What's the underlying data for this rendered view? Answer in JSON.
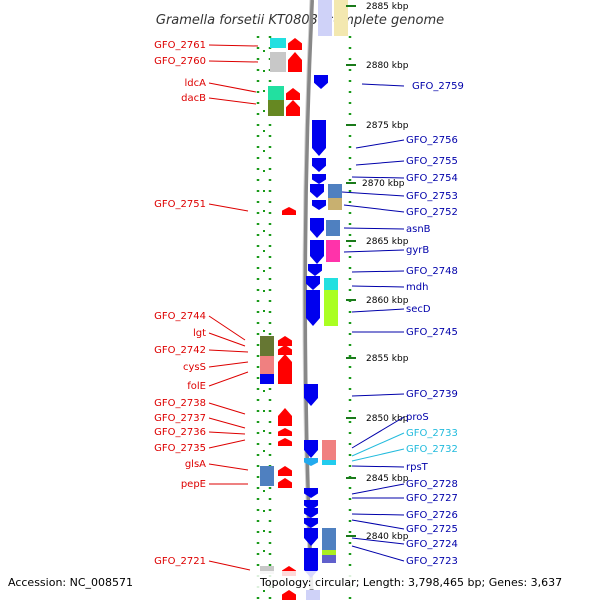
{
  "title": "Gramella forsetii KT0803, complete genome",
  "footer": {
    "accession": "Accession: NC_008571",
    "summary": "Topology: circular; Length: 3,798,465 bp; Genes: 3,637"
  },
  "colors": {
    "backbone": "#888888",
    "left_label": "#dd0000",
    "right_label": "#0000aa",
    "right_label_light": "#22bbdd",
    "gene_red": "#ff0000",
    "gene_blue": "#0000ee"
  },
  "ticks": [
    "2885 kbp",
    "2880 kbp",
    "2875 kbp",
    "2870 kbp",
    "2865 kbp",
    "2860 kbp",
    "2855 kbp",
    "2850 kbp",
    "2845 kbp",
    "2840 kbp"
  ],
  "left_genes": [
    "GFO_2761",
    "GFO_2760",
    "ldcA",
    "dacB",
    "GFO_2751",
    "GFO_2744",
    "lgt",
    "GFO_2742",
    "cysS",
    "folE",
    "GFO_2738",
    "GFO_2737",
    "GFO_2736",
    "GFO_2735",
    "glsA",
    "pepE",
    "GFO_2721"
  ],
  "right_genes": [
    "GFO_2759",
    "GFO_2756",
    "GFO_2755",
    "GFO_2754",
    "GFO_2753",
    "GFO_2752",
    "asnB",
    "gyrB",
    "GFO_2748",
    "mdh",
    "secD",
    "GFO_2745",
    "GFO_2739",
    "proS",
    "GFO_2733",
    "GFO_2732",
    "rpsT",
    "GFO_2728",
    "GFO_2727",
    "GFO_2726",
    "GFO_2725",
    "GFO_2724",
    "GFO_2723"
  ],
  "right_genes_light": [
    "GFO_2733",
    "GFO_2732"
  ]
}
